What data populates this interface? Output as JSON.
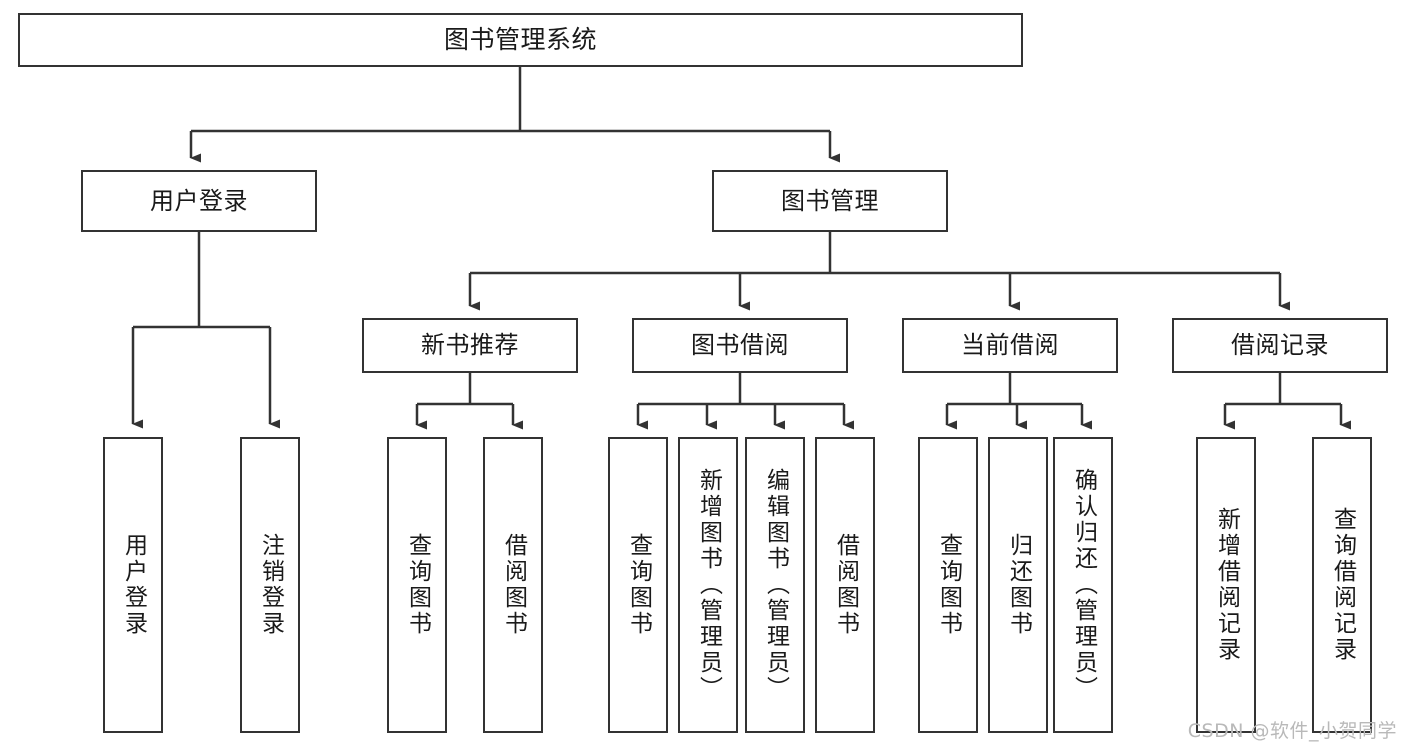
{
  "diagram": {
    "title": "图书管理系统",
    "type": "tree",
    "watermark": "CSDN @软件_小贺同学",
    "colors": {
      "box_border": "#333333",
      "box_fill": "#ffffff",
      "edge": "#333333",
      "text": "#1a1a1a",
      "watermark": "#b9b9b9"
    },
    "nodes": {
      "root": {
        "label": "图书管理系统"
      },
      "level2": [
        {
          "label": "用户登录"
        },
        {
          "label": "图书管理"
        }
      ],
      "level3": [
        {
          "label": "新书推荐"
        },
        {
          "label": "图书借阅"
        },
        {
          "label": "当前借阅"
        },
        {
          "label": "借阅记录"
        }
      ],
      "leaves": [
        {
          "label": "用户登录"
        },
        {
          "label": "注销登录"
        },
        {
          "label": "查询图书"
        },
        {
          "label": "借阅图书"
        },
        {
          "label": "查询图书"
        },
        {
          "label": "新增图书（管理员）"
        },
        {
          "label": "编辑图书（管理员）"
        },
        {
          "label": "借阅图书"
        },
        {
          "label": "查询图书"
        },
        {
          "label": "归还图书"
        },
        {
          "label": "确认归还（管理员）"
        },
        {
          "label": "新增借阅记录"
        },
        {
          "label": "查询借阅记录"
        }
      ]
    }
  }
}
